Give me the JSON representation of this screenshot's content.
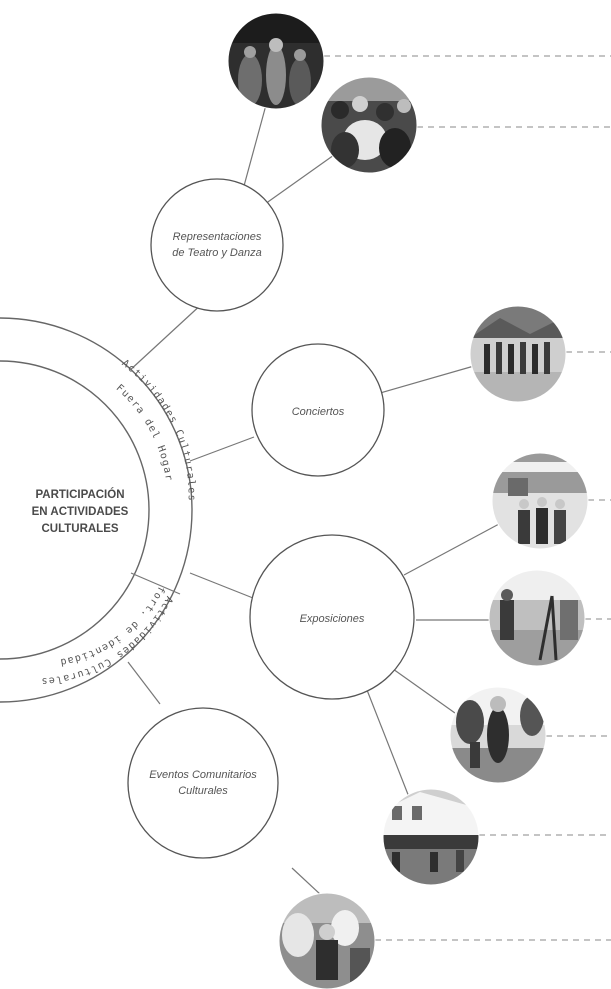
{
  "center": {
    "lines": [
      "PARTICIPACIÓN",
      "EN ACTIVIDADES",
      "CULTURALES"
    ]
  },
  "arcs": {
    "outer_top": {
      "line1": "Actividades Culturales",
      "line2": "Fuera del Hogar"
    },
    "outer_bottom": {
      "line1": "Actividades Culturales",
      "line2": "fort. de identidad"
    }
  },
  "nodes": {
    "theatre": {
      "lines": [
        "Representaciones",
        "de Teatro y Danza"
      ]
    },
    "concerts": {
      "lines": [
        "Conciertos"
      ]
    },
    "exhibitions": {
      "lines": [
        "Exposiciones"
      ]
    },
    "community": {
      "lines": [
        "Eventos Comunitarios",
        "Culturales"
      ]
    }
  },
  "photos": [
    {
      "id": "photo-theatre-1",
      "subject": "stage performance",
      "tone": "#3a3a3a"
    },
    {
      "id": "photo-theatre-2",
      "subject": "folk dance crowd",
      "tone": "#4a4a4a"
    },
    {
      "id": "photo-concert-1",
      "subject": "marching band in plaza",
      "tone": "#6b6b6b"
    },
    {
      "id": "photo-exhibit-1",
      "subject": "banner and visitors",
      "tone": "#8a8a8a"
    },
    {
      "id": "photo-exhibit-2",
      "subject": "street art display",
      "tone": "#7a7a7a"
    },
    {
      "id": "photo-exhibit-3",
      "subject": "costumed dancer statue",
      "tone": "#5a5a5a"
    },
    {
      "id": "photo-exhibit-4",
      "subject": "market stalls",
      "tone": "#6a6a6a"
    },
    {
      "id": "photo-community-1",
      "subject": "festival audience",
      "tone": "#555555"
    }
  ]
}
